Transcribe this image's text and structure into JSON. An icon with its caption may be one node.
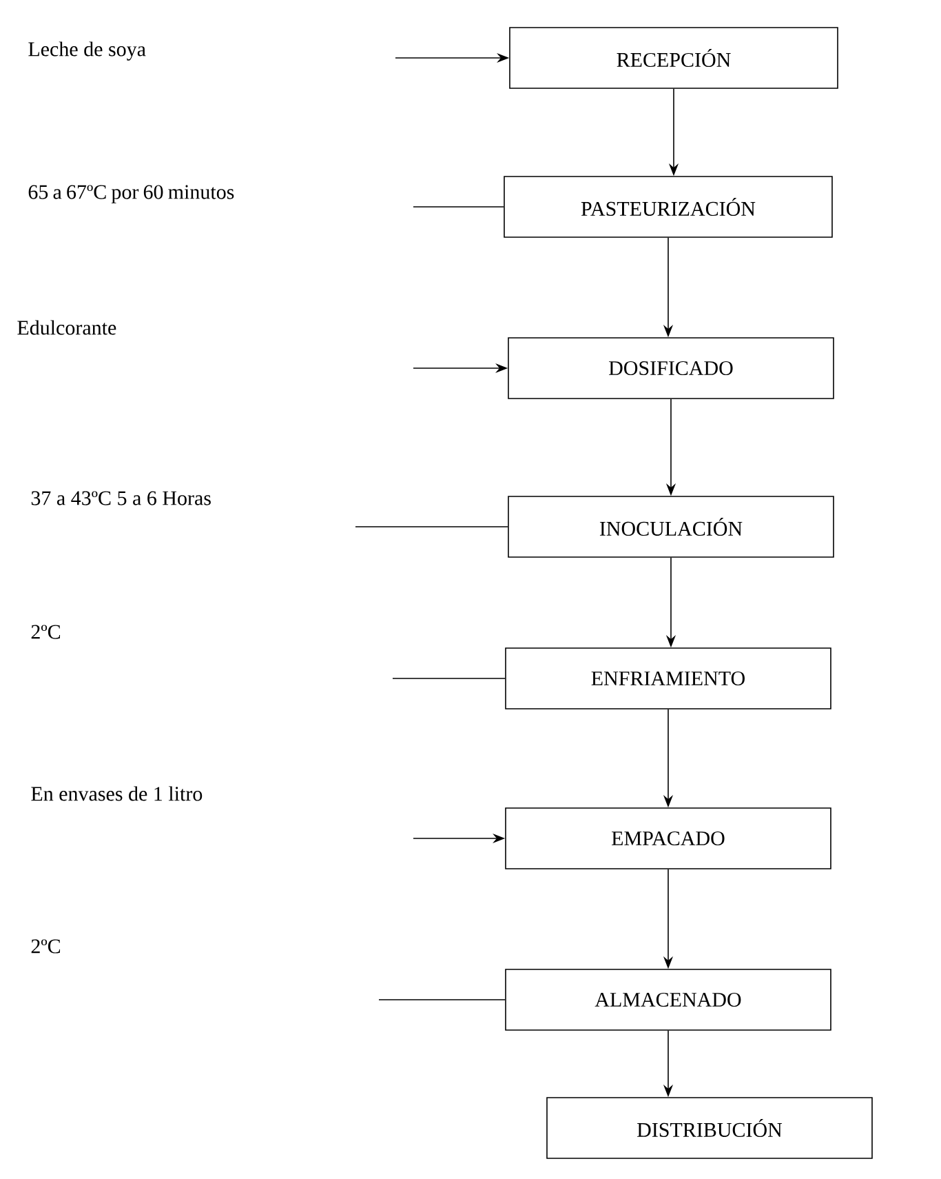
{
  "diagram": {
    "nodes": [
      {
        "text": [
          "RECEPCIÓN"
        ]
      },
      {
        "text": [
          "PASTEURIZACIÓN"
        ]
      },
      {
        "text": [
          "DOSIFICADO"
        ]
      },
      {
        "text": [
          "INOCULACIÓN"
        ]
      },
      {
        "text": [
          "ENFRIAMIENTO"
        ]
      },
      {
        "text": [
          "EMPACADO"
        ]
      },
      {
        "text": [
          "ALMACENADO"
        ]
      },
      {
        "text": [
          "DISTRIBUCIÓN"
        ]
      }
    ],
    "edges": [
      {
        "from": null,
        "to": 0,
        "arrow": "to"
      },
      {
        "from": null,
        "to": 1,
        "arrow": "none"
      },
      {
        "from": null,
        "to": 2,
        "arrow": "to"
      },
      {
        "from": null,
        "to": 3,
        "arrow": "none"
      },
      {
        "from": null,
        "to": 4,
        "arrow": "none"
      },
      {
        "from": null,
        "to": 5,
        "arrow": "to"
      },
      {
        "from": null,
        "to": 6,
        "arrow": "none"
      },
      {
        "from": 0,
        "to": 1,
        "arrow": "to"
      },
      {
        "from": 1,
        "to": 2,
        "arrow": "to"
      },
      {
        "from": 2,
        "to": 3,
        "arrow": "to"
      },
      {
        "from": 3,
        "to": 4,
        "arrow": "to"
      },
      {
        "from": 4,
        "to": 5,
        "arrow": "to"
      },
      {
        "from": 5,
        "to": 6,
        "arrow": "to"
      },
      {
        "from": 6,
        "to": 7,
        "arrow": "to"
      }
    ],
    "labels": [
      "Leche de  soya",
      "65 a 67ºC por 60 minutos",
      "Edulcorante",
      "37 a 43ºC 5 a 6 Horas",
      "2ºC",
      "En envases de 1 litro",
      "2ºC"
    ]
  }
}
